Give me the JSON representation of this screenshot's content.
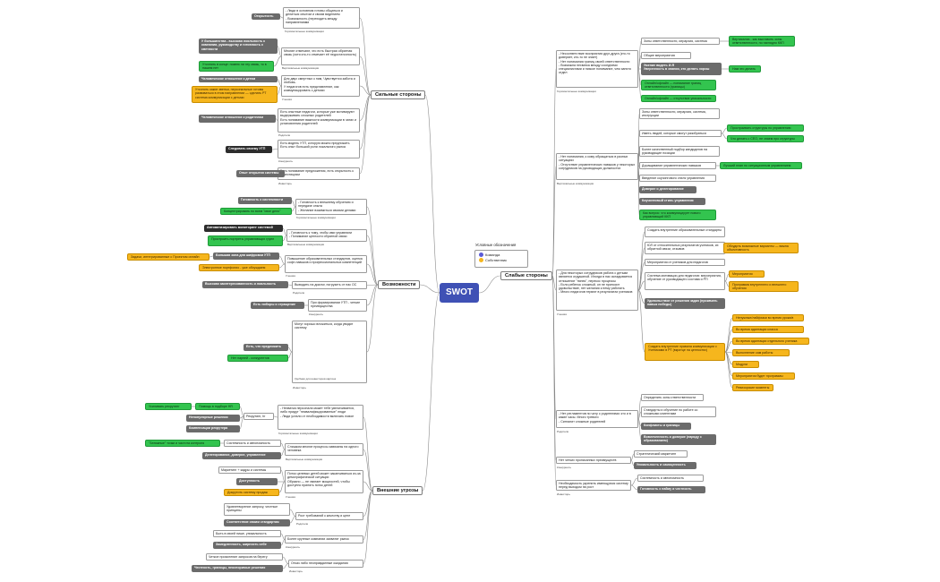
{
  "root": {
    "label": "SWOT"
  },
  "legend": {
    "title": "Условные обозначения",
    "items": [
      {
        "label": "Команда"
      },
      {
        "label": "Собственник"
      }
    ]
  },
  "branches": {
    "strengths": "Сильные стороны",
    "weaknesses": "Слабые стороны",
    "opportunities": "Возможности",
    "threats": "Внешние угрозы"
  },
  "strengths": {
    "s1": {
      "text": "- Люди в основном готовы общаться и делиться опытом и своим видением\n- Возможность (переходить между направлениями",
      "caption": "Горизонтальные коммуникации"
    },
    "s1_tag": "Открытость",
    "s2": {
      "text": "Многие отмечают, что есть быстрая обратная связь (хотя кто-то отмечает её недостаточность)",
      "caption": "Вертикальные коммуникации"
    },
    "s2_tag1": "У большинства - высокая лояльность к компании, руководству и готовность к светлости",
    "s2_tag2": "Уточнять в конце: помню ли эту связь, то в нашем нет",
    "s3": {
      "text": "Для двух смертных к ним, Чувствуется забота и любовь.\nУ педагогов есть представление, как коммуницировать с детьми",
      "caption": "Ученики"
    },
    "s3_tag1": "Человеческое отношение к детям",
    "s3_tag2": "Уточнять какие звенья, персональные готовы развиваться в этом направлении — сделать РТ система коммуникации с детьми",
    "s4": {
      "text": "Есть опытные педагоги, которые уже мотивируют выдерживать сложных родителей\nЕсть понимание важности коммуникации в чатах и установления родителей",
      "caption": "Родители"
    },
    "s4_tag": "Человеческое отношение к родителям",
    "s5": {
      "text": "Есть модель УТП, которую можно предложить\nЕсть опыт большой роли локального рынка",
      "caption": "Конкуренты"
    },
    "s5_tag": "Следовать своему УТП",
    "s6": {
      "text": "Есть понимание предложения, есть открытость к инвестициям",
      "caption": "Инвесторы"
    },
    "s6_tag": "Опыт открытия системы"
  },
  "opportunities": {
    "o1": {
      "text": "- Готовность к внешнему обучению и передаче опыта\n- Желание взаимиться своими делами",
      "caption": "Горизонтальные коммуникации"
    },
    "o1_tag1": "Готовность к системности",
    "o1_tag2": "Концентрировать по всем \"свое дело\"",
    "o2": {
      "text": "- Готовность к тому, чтобы ими управляли\n- Понимание ценности обратной связи",
      "caption": "Вертикальные коммуникации"
    },
    "o2_tag1": "Автоматизировать мониторинг системой",
    "o2_tag2": "Простроить портреты управляющих групп",
    "o3": {
      "text": "Повышение образовательных стандартов, оценка софт-навыков и профессиональных компетенций",
      "caption": "Ученики"
    },
    "o3_tag1": "Большая зона для шифровки УТП",
    "o3_tag2": "Задачи, интегрированные с Проектом онлайн",
    "o3_tag3": "Электронное портфолио - уже обсуждаем",
    "o4": {
      "text": "Выводить на диалог, погрузить от нас ОС",
      "caption": "Родители"
    },
    "o4_tag": "Высокая заинтересованность и лояльность",
    "o5": {
      "text": "При формировании УТП - четкие преимущества",
      "caption": "Конкуренты"
    },
    "o5_tag": "Есть ниборы и стращение",
    "o6": {
      "text": "Могут хорошо вложиться, когда увидят систему",
      "caption": "Инвесторы"
    },
    "o6_tag1": "Есть, что предложить",
    "o6_tag2": "Нет парней - конкурентов",
    "o6_note": "Удобная для инвесторов картина"
  },
  "threats": {
    "t1": {
      "text": "- Нехватка персонала может тебе увеличивается, либо придут \"неквалифицированные\" люди\n- Люди устали от необходимости включать новое",
      "caption": "Горизонтальные коммуникации"
    },
    "t1_hub": "Рекрутинг, hr",
    "t1_tag1": "Усиливать рекрутинг",
    "t1_tag2": "Помощь в подборе HR",
    "t1_tag3": "Непопулярные решения",
    "t1_tag4": "Компенсации рекрутера",
    "t2": {
      "text": "Слишком многие процессы завязаны на одного человека",
      "caption": "Вертикальные коммуникации"
    },
    "t2_hub": "Системность и автономность",
    "t2_tag1": "\"Затяжные\" точки и частота контроля",
    "t2_tag2": "Делегирование, доверие, управление",
    "t3": {
      "text": "Поток целевых детей может заканчиваться из-за демографической ситуации\nОбразно — не хватает мощностей, чтобы доступно принять поток детей",
      "caption": "Ученики"
    },
    "t3_tag1": "Маркетинг + кадры и системы",
    "t3_tag2": "Доступность",
    "t3_tag3": "Докрутить систему продаж",
    "t4": {
      "text": "Рост требований к качеству и цене",
      "caption": "Родители"
    },
    "t4_hub": "Удовлетворение запросу, честные принципы",
    "t4_tag": "Соответствие своим стандартам",
    "t5": {
      "text": "Более крупные компании захватят рынок",
      "caption": "Конкуренты"
    },
    "t5_hub": "Быть в своей нише, уникальность",
    "t5_tag": "Замедленность, ширность себе",
    "t6": {
      "text": "Отказ либо неоправданные ожидания",
      "caption": "Инвесторы"
    },
    "t6_hub": "Четкое прояснение запросов на берегу",
    "t6_tag": "Честность, границы, неоспоримые решения"
  },
  "weaknesses": {
    "w1": {
      "text": "- Несоответствие восприятия друг-друга (кто-то доверяет, кто-то не знает)\n- Нет понимания границ своей ответственности\n- Возможна нехватка между соседними специалистами и низкое понимание, чем занято отдел",
      "caption": "Горизонтальные коммуникации"
    },
    "w1_a": "Зоны ответственности, иерархия, система",
    "w1_a_tag": "Вертикализ - как выставить зоны ответственности, по наглядно ККП",
    "w1_b": "Общие мероприятия",
    "w1_c": "Умение видеть И-Я\nУверенность в знании, кто делать хорош",
    "w1_c_tag": "Нам это делать",
    "w1_d": "Онлайн/офлайн — понимание границ ответственности (границы)",
    "w1_e": "Онлайн/офлайн — отсутствие уникальности",
    "w2": {
      "text": "- Нет понимания, к кому обращаться в разных ситуациях\n- Отсутствие управленческих навыков у некоторых сотрудников на руководящих должностях",
      "caption": "Вертикальные коммуникации"
    },
    "w2_a": "Зоны ответственности, иерархия, система, инструкции",
    "w2_b": "Иметь людей, которые смогут разобраться",
    "w2_b_tag1": "Простраивать структуры по управлению",
    "w2_b_tag2": "Что делать с СЕО, не знаем про структуры",
    "w2_c": "Более качественный подбор кандидатов на руководящие позиции",
    "w2_d": "Доращивание управленческих навыков",
    "w2_d_tag": "Лучший план по ситуационным управлением",
    "w2_e": "Введение коучингового стиля управления",
    "w2_f": "Доверие и делегирование",
    "w2_g": "Коучинговый стиль управления",
    "w2_h": "Как вопрос: что коммуницирует нового управляющий ККП",
    "w3": {
      "text": "- Для некоторых сотрудников работа с детьми является отдушиной. Иногда в нас складывается отношение \"нянек\", перекос процессы\n- Если ребенок сложный, он не приносит удовольствие, нет желания к нему работать\n- Много педагогов теряют в результатах учеников",
      "caption": "Ученики"
    },
    "w3_a": "Создать внутренние образовательные стандарты",
    "w3_b": "ЮЛ от относительных результатов учеников, их обратной связи, отзывов",
    "w3_b_tag": "Обсудить возможные варианты — важна объективность",
    "w3_c": "Мероприятия от учеников для педагогов",
    "w3_d": "Система мотивации для педагогов: мероприятия, обучение от руководящего состава и РП",
    "w3_d_tag1": "Мероприятия",
    "w3_d_tag2": "Программа внутреннего и внешнего обучения",
    "w3_e": "Удовольствие от решения задач (прокачать навык победы)",
    "w3_f": "Создать внутренние правила коммуникации с Учениками в РТ (вкратце на ценностях)",
    "w3_f_tags": [
      "Ненужные/лайфхаки во время урока/в лайн",
      "Во время адаптации класса",
      "Во время адаптации отдельного ученика",
      "Выполнение сам работы",
      "Модули",
      "Мероприятия будет программы",
      "Ревизорские моменты"
    ],
    "w4": {
      "text": "- Нет регламентов по чату с родителями: кто и в какие часы. Много тревоги\n- Сигналит сложные родителей",
      "caption": "Родители"
    },
    "w4_a": "Определить зоны ответственности",
    "w4_b": "Стандарты и обучение по работе со сложными клиентами",
    "w4_c": "Конфликты и границы",
    "w4_d": "Вовлеченность и доверие (наряду с образованием)",
    "w5": {
      "text": "Нет четких прописанных преимуществ",
      "caption": "Конкуренты"
    },
    "w5_a": "Стратегический маркетинг",
    "w5_b": "Уникальность и самоценность",
    "w6": {
      "text": "Необходимость укрепить имеющуюся систему перед выходом на рост",
      "caption": "Инвесторы"
    },
    "w6_a": "Системность и автономность",
    "w6_b": "Готовность к найму и честность"
  },
  "colors": {
    "root": "#3f51b5",
    "green": "#33c44f",
    "orange": "#f6b61d",
    "gray": "#6b6b6b",
    "dark": "#2d2d2d",
    "line": "#8a8a8a"
  }
}
